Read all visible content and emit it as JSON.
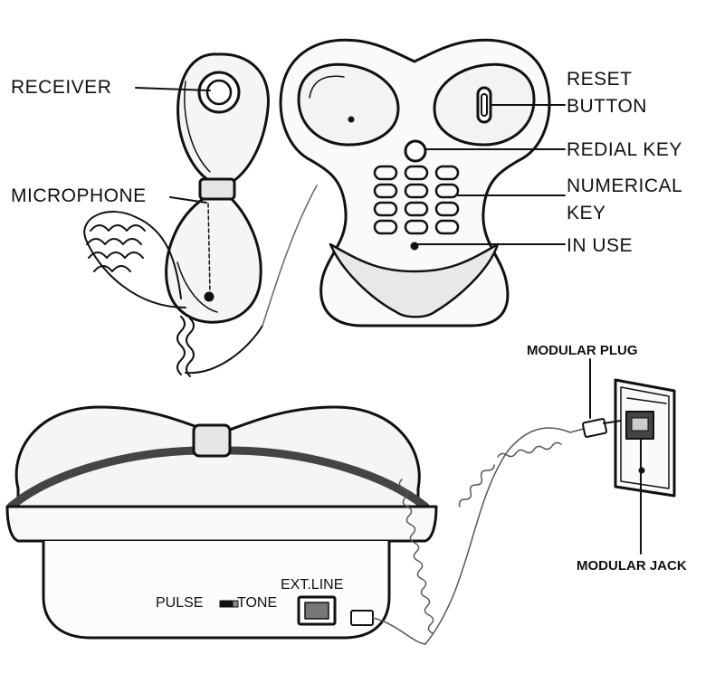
{
  "labels": {
    "receiver": "RECEIVER",
    "microphone": "MICROPHONE",
    "reset_line1": "RESET",
    "reset_line2": "BUTTON",
    "redial_key": "REDIAL KEY",
    "numerical_line1": "NUMERICAL",
    "numerical_line2": "KEY",
    "in_use": "IN USE",
    "modular_plug": "MODULAR PLUG",
    "modular_jack": "MODULAR JACK",
    "pulse": "PULSE",
    "tone": "TONE",
    "ext_line": "EXT.LINE"
  },
  "colors": {
    "ink": "#111111",
    "fill": "#f7f7f7",
    "cord": "#bbbbbb",
    "band": "#444444"
  }
}
